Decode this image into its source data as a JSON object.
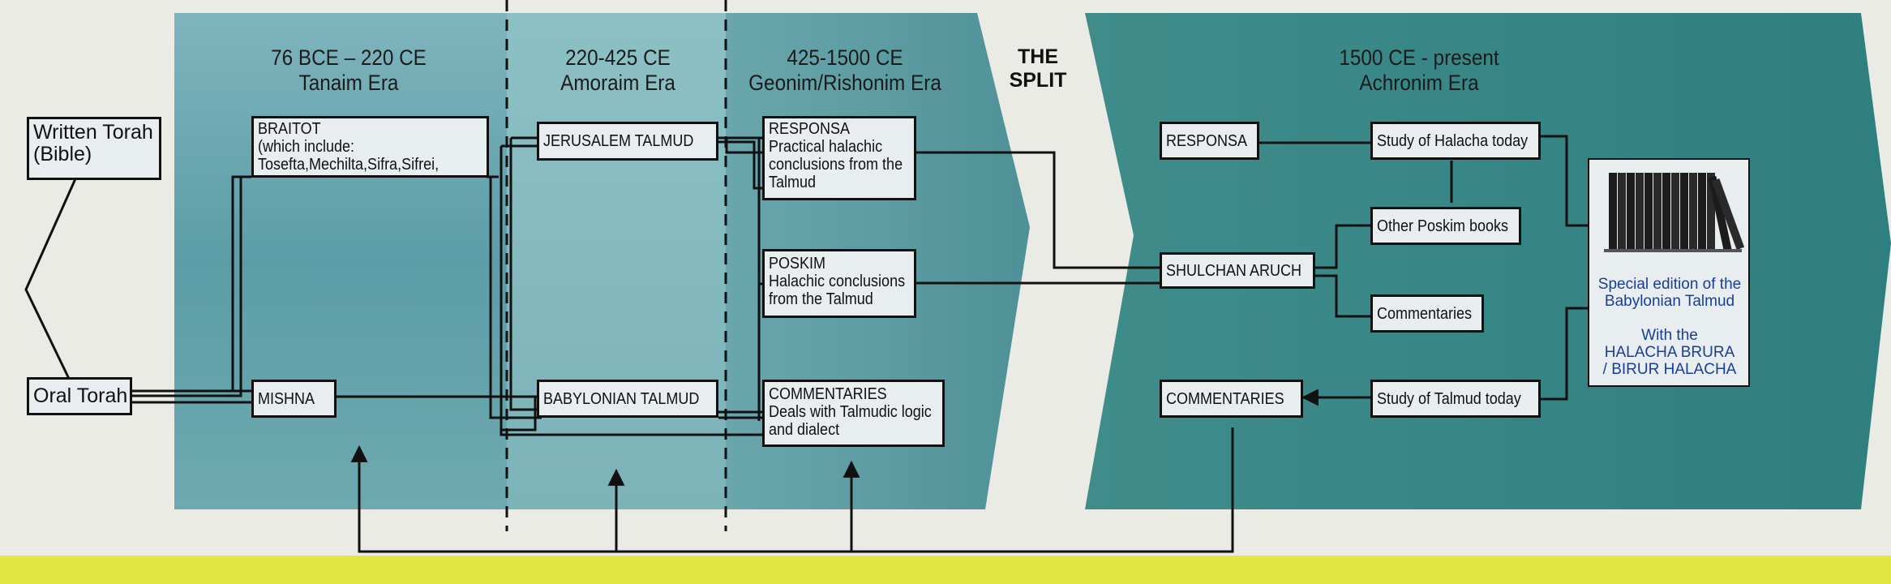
{
  "eras": {
    "tanaim": {
      "dates": "76 BCE – 220 CE",
      "name": "Tanaim Era"
    },
    "amoraim": {
      "dates": "220-425 CE",
      "name": "Amoraim Era"
    },
    "geonim": {
      "dates": "425-1500 CE",
      "name": "Geonim/Rishonim Era"
    },
    "split": {
      "line1": "THE",
      "line2": "SPLIT"
    },
    "achronim": {
      "dates": "1500 CE - present",
      "name": "Achronim Era"
    }
  },
  "boxes": {
    "written_torah": [
      "Written Torah",
      "(Bible)"
    ],
    "oral_torah": "Oral Torah",
    "braitot": [
      "BRAITOT",
      "(which include:",
      "Tosefta,Mechilta,Sifra,Sifrei,"
    ],
    "mishna": "MISHNA",
    "jerusalem_talmud": "JERUSALEM TALMUD",
    "babylonian_talmud": "BABYLONIAN TALMUD",
    "responsa_rishonim": [
      "RESPONSA",
      "Practical halachic",
      "conclusions from the",
      "Talmud"
    ],
    "poskim": [
      "POSKIM",
      "Halachic conclusions",
      "from the Talmud"
    ],
    "commentaries_rishonim": [
      "COMMENTARIES",
      "Deals with Talmudic logic",
      "and dialect"
    ],
    "responsa_achronim": "RESPONSA",
    "study_halacha": "Study of Halacha  today",
    "shulchan_aruch": "SHULCHAN ARUCH",
    "other_poskim": "Other Poskim books",
    "commentaries_achronim_right": "Commentaries",
    "commentaries_achronim": "COMMENTARIES",
    "study_talmud": "Study of Talmud  today"
  },
  "product": {
    "caption_lines": [
      "Special edition of the",
      "Babylonian Talmud",
      "",
      "With the",
      "HALACHA BRURA",
      "/ BIRUR HALACHA"
    ]
  },
  "colors": {
    "teal_light": "#7fb3bb",
    "teal_mid": "#5f9ea6",
    "teal_dark": "#2f7f80",
    "box_fill": "#e8edf0",
    "footer_yellow": "#e2e544",
    "caption_blue": "#1a3d96"
  }
}
